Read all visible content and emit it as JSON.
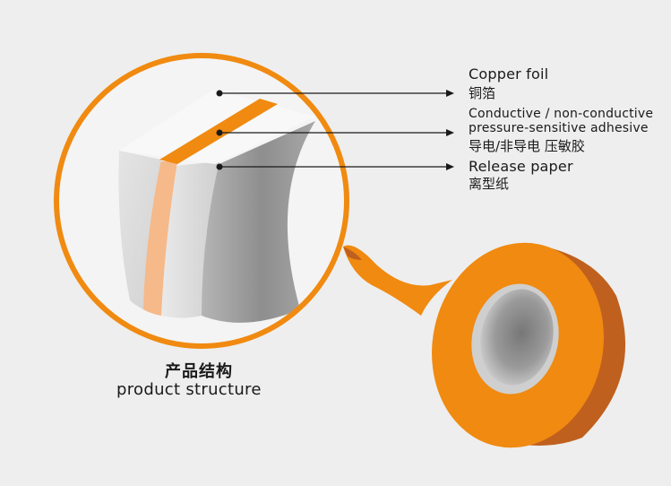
{
  "colors": {
    "background": "#eeeeee",
    "accent_orange": "#f08a10",
    "tape_side": "#c0601e",
    "light_orange": "#f6b98a",
    "pointer": "#1a1a1a"
  },
  "callouts": [
    {
      "en": "Copper foil",
      "zh": "铜箔"
    },
    {
      "en_line1": "Conductive / non-conductive",
      "en_line2": "pressure-sensitive adhesive",
      "zh": "导电/非导电 压敏胶"
    },
    {
      "en": "Release paper",
      "zh": "离型纸"
    }
  ],
  "caption": {
    "zh": "产品结构",
    "en": "product structure"
  }
}
